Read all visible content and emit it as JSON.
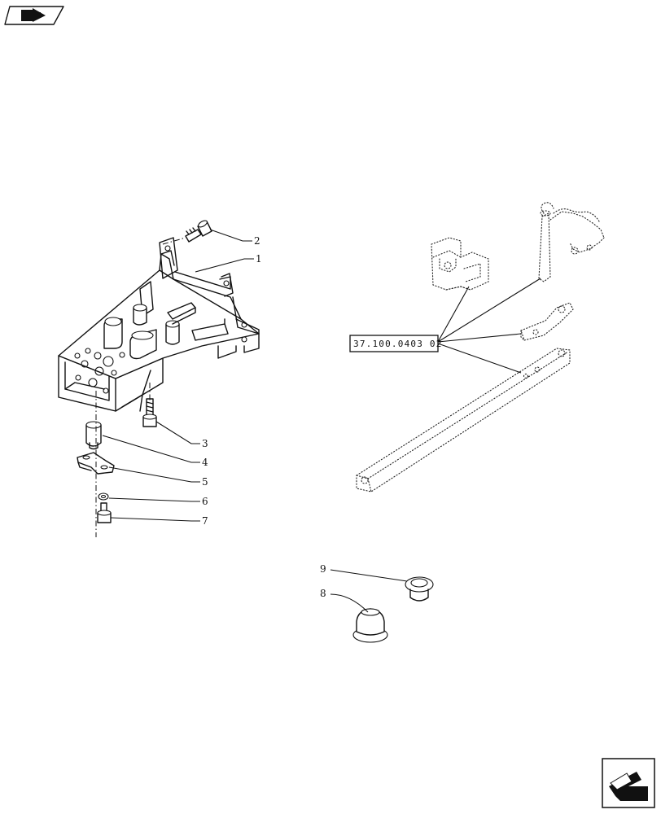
{
  "icons": {
    "top_left": "navigate-previous-icon",
    "bottom_right": "navigate-next-icon"
  },
  "callouts": [
    "1",
    "2",
    "3",
    "4",
    "5",
    "6",
    "7",
    "8",
    "9"
  ],
  "reference": {
    "code": "37.100.0403 02"
  }
}
